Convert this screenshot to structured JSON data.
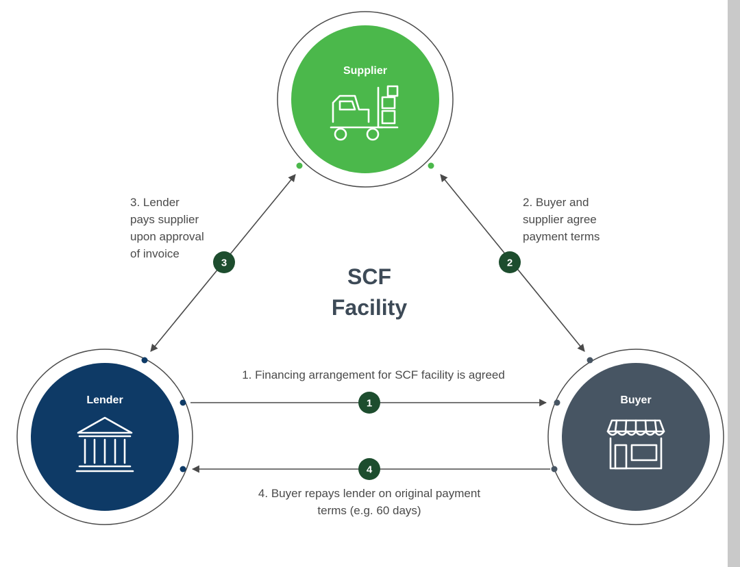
{
  "colors": {
    "supplier": "#4bb84b",
    "lender": "#0e3a66",
    "buyer": "#475563",
    "badge": "#1d4d2e",
    "arrow": "#4a4a4a",
    "side_bar": "#c9c9c9"
  },
  "center": {
    "line1": "SCF",
    "line2": "Facility"
  },
  "nodes": {
    "supplier": {
      "label": "Supplier",
      "icon": "forklift-icon"
    },
    "lender": {
      "label": "Lender",
      "icon": "bank-icon"
    },
    "buyer": {
      "label": "Buyer",
      "icon": "shop-icon"
    }
  },
  "steps": {
    "s1": {
      "badge": "1",
      "lines": [
        "1. Financing arrangement for SCF facility is agreed"
      ]
    },
    "s2": {
      "badge": "2",
      "lines": [
        "2. Buyer and",
        "supplier agree",
        "payment terms"
      ]
    },
    "s3": {
      "badge": "3",
      "lines": [
        "3. Lender",
        "pays supplier",
        "upon approval",
        "of invoice"
      ]
    },
    "s4": {
      "badge": "4",
      "lines": [
        "4. Buyer repays lender on original payment",
        "terms (e.g. 60 days)"
      ]
    }
  }
}
